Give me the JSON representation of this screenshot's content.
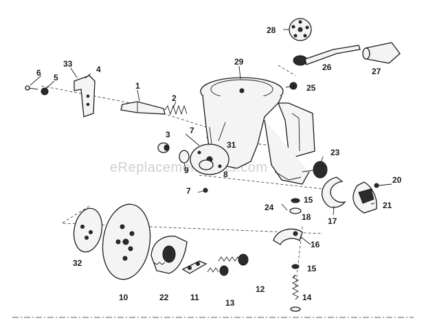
{
  "watermark": "eReplacementParts.com",
  "callouts": {
    "p1": "1",
    "p2": "2",
    "p3": "3",
    "p4": "4",
    "p5": "5",
    "p6": "6",
    "p7a": "7",
    "p7b": "7",
    "p8": "8",
    "p9": "9",
    "p10": "10",
    "p11": "11",
    "p12": "12",
    "p13": "13",
    "p14": "14",
    "p15a": "15",
    "p15b": "15",
    "p16": "16",
    "p17": "17",
    "p18": "18",
    "p20": "20",
    "p21": "21",
    "p22": "22",
    "p23": "23",
    "p24": "24",
    "p25": "25",
    "p26": "26",
    "p27": "27",
    "p28": "28",
    "p29": "29",
    "p31": "31",
    "p32": "32",
    "p33": "33"
  }
}
